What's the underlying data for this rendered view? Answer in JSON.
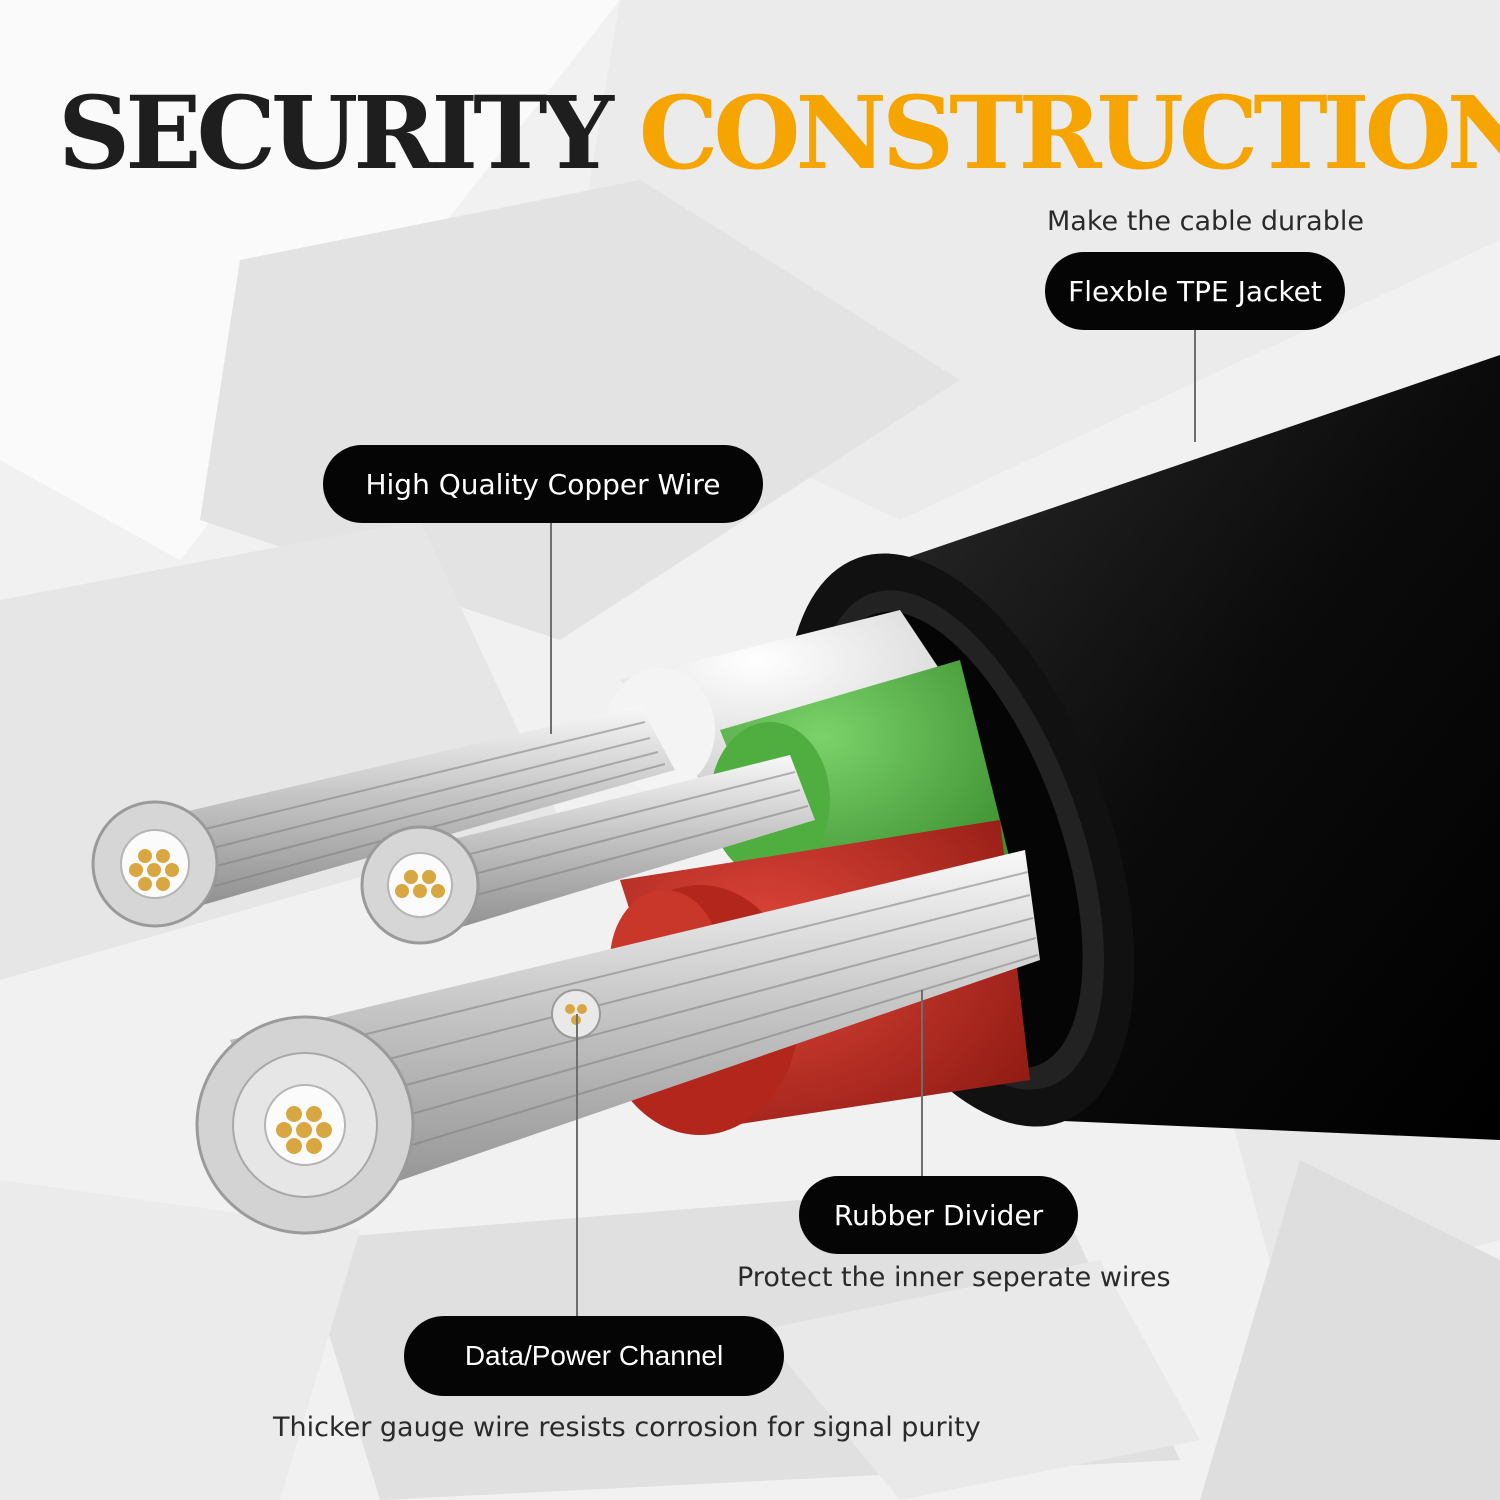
{
  "title": {
    "part1": "SECURITY",
    "part2": "CONSTRUCTION"
  },
  "colors": {
    "title_dark": "#1e1e1e",
    "title_accent": "#f6a500",
    "jacket": "#0b0b0b",
    "green_insulation": "#4fae3f",
    "red_insulation": "#b3261c",
    "white_insulation": "#ececec",
    "copper_core": "#d9a741",
    "strand_silver": "#c9c9c9",
    "label_bg": "#050505"
  },
  "callouts": {
    "jacket": {
      "label": "Flexble TPE Jacket",
      "caption": "Make the cable durable"
    },
    "copper": {
      "label": "High Quality Copper Wire"
    },
    "divider": {
      "label": "Rubber Divider",
      "caption": "Protect the inner seperate wires"
    },
    "channel": {
      "label": "Data/Power Channel",
      "caption": "Thicker gauge wire resists corrosion for signal purity"
    }
  }
}
